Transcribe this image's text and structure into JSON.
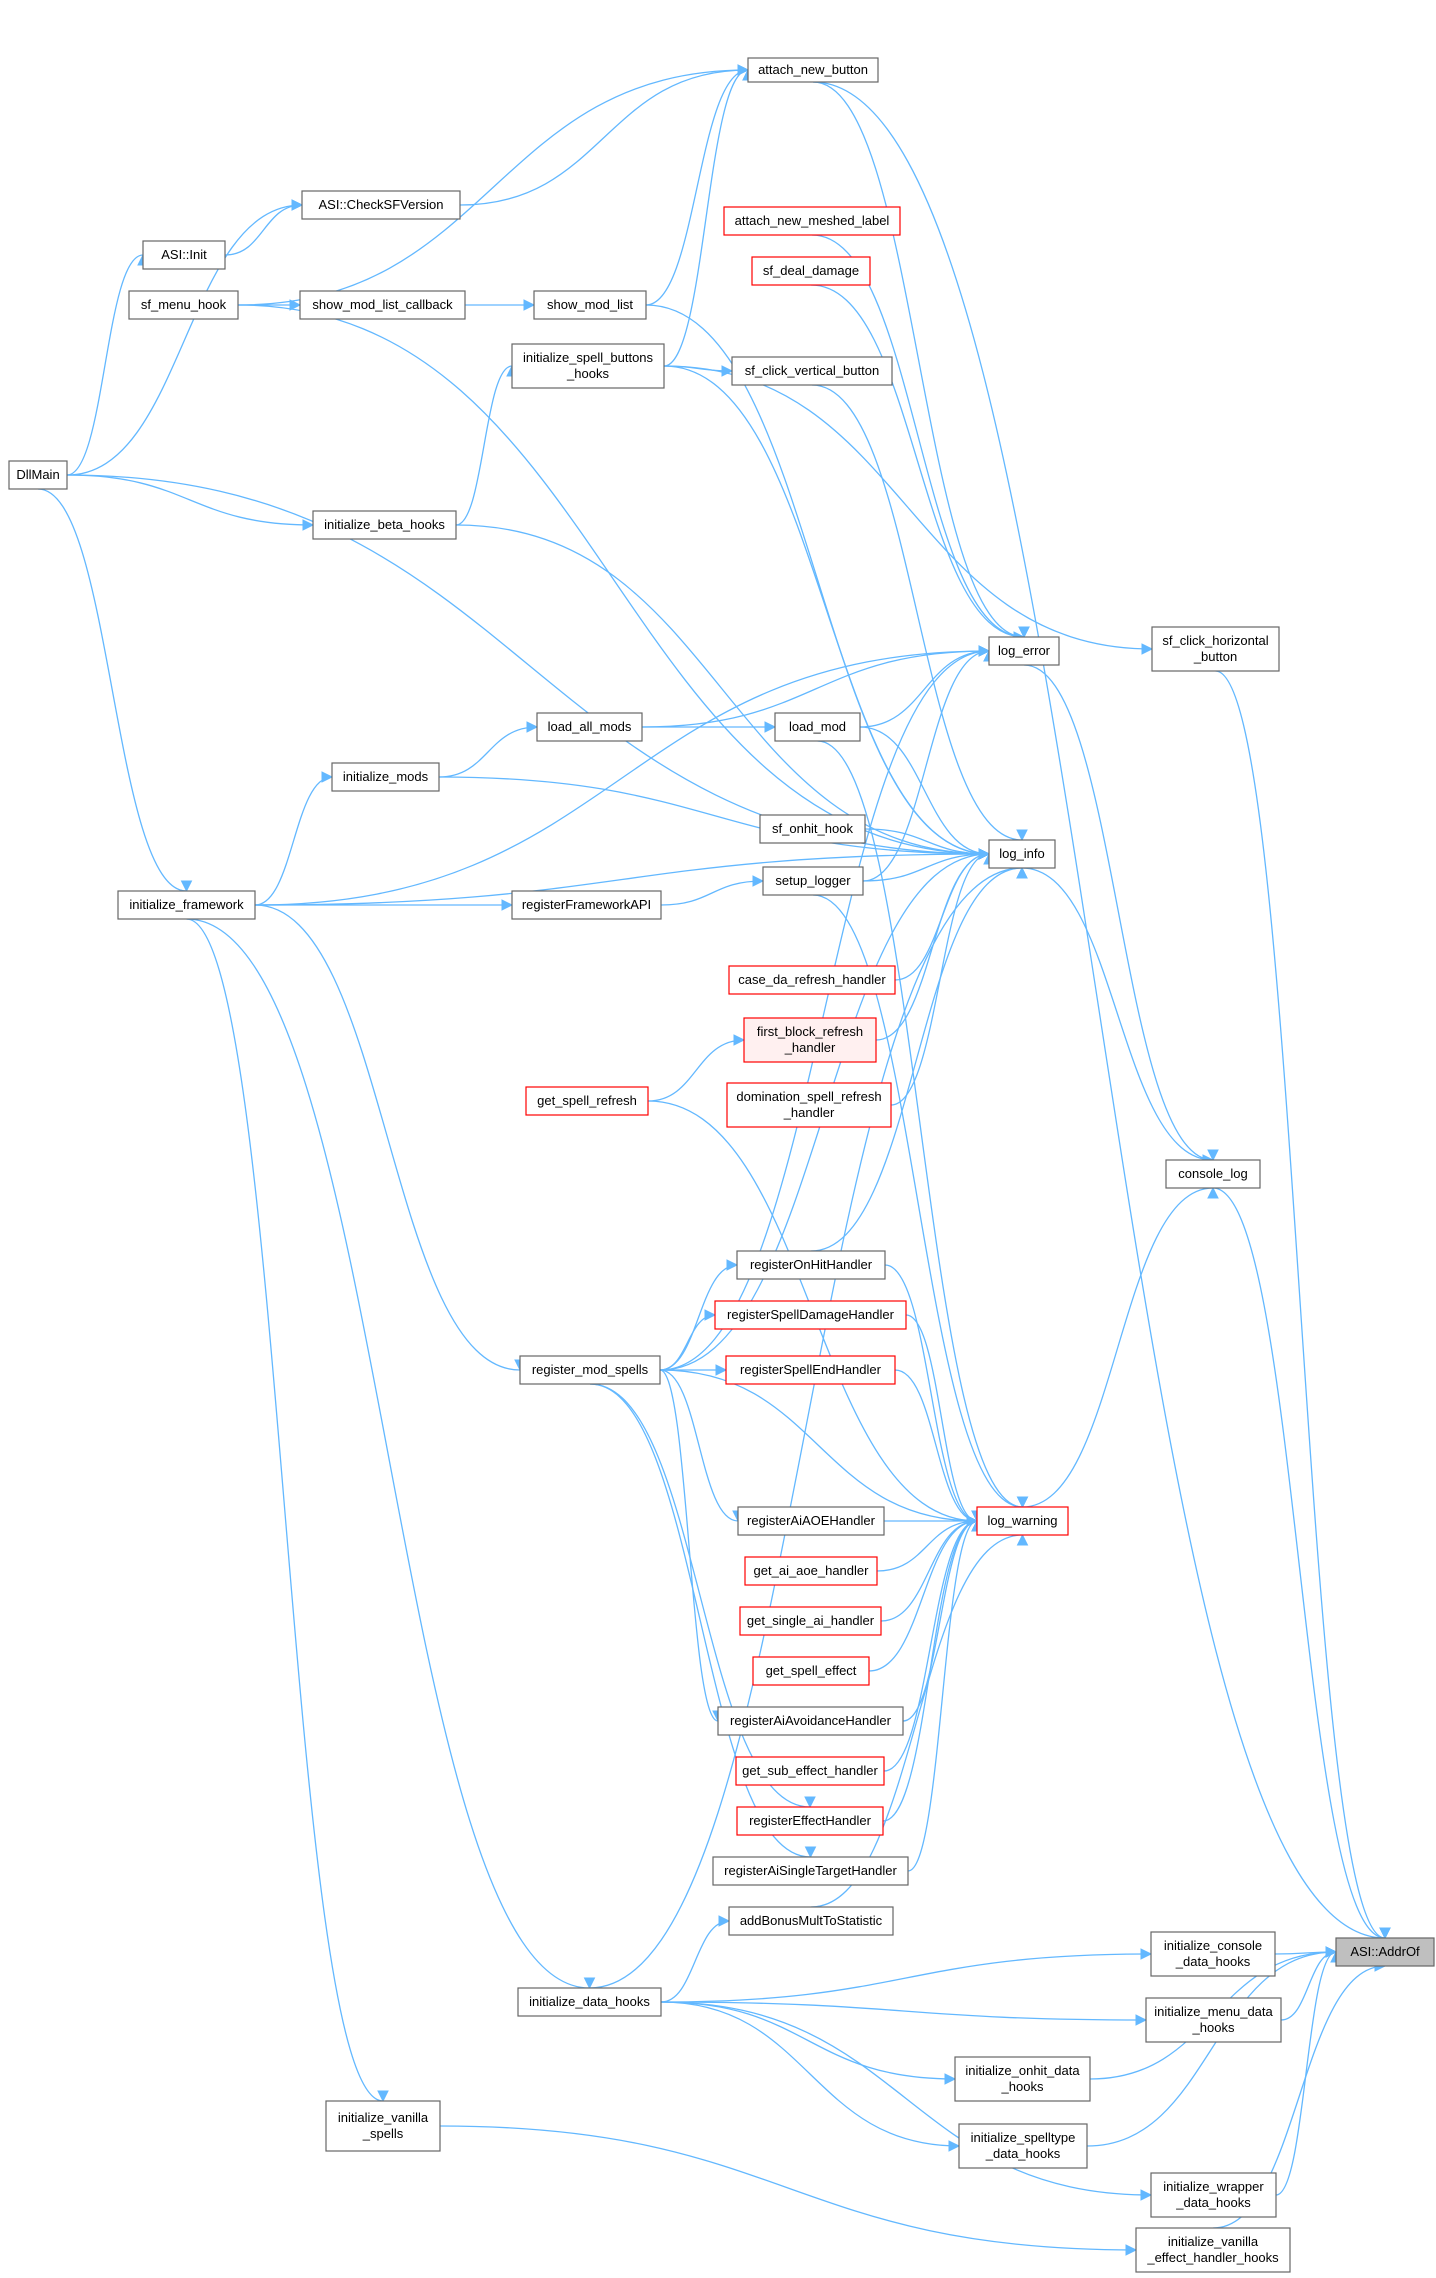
{
  "graph": {
    "edge_color": "#63b8ff",
    "node_border": "#666666",
    "error_border": "#ff0000",
    "highlight_fill": "#bfbfbf",
    "nodes": [
      {
        "id": "attach_new_button",
        "lines": [
          "attach_new_button"
        ],
        "style": "normal"
      },
      {
        "id": "asi_checksfversion",
        "lines": [
          "ASI::CheckSFVersion"
        ],
        "style": "normal"
      },
      {
        "id": "attach_new_meshed_label",
        "lines": [
          "attach_new_meshed_label"
        ],
        "style": "red"
      },
      {
        "id": "asi_init",
        "lines": [
          "ASI::Init"
        ],
        "style": "normal"
      },
      {
        "id": "sf_deal_damage",
        "lines": [
          "sf_deal_damage"
        ],
        "style": "red"
      },
      {
        "id": "sf_menu_hook",
        "lines": [
          "sf_menu_hook"
        ],
        "style": "normal"
      },
      {
        "id": "show_mod_list_callback",
        "lines": [
          "show_mod_list_callback"
        ],
        "style": "normal"
      },
      {
        "id": "show_mod_list",
        "lines": [
          "show_mod_list"
        ],
        "style": "normal"
      },
      {
        "id": "initialize_spell_buttons_hooks",
        "lines": [
          "initialize_spell_buttons",
          "_hooks"
        ],
        "style": "normal"
      },
      {
        "id": "sf_click_vertical_button",
        "lines": [
          "sf_click_vertical_button"
        ],
        "style": "normal"
      },
      {
        "id": "dllmain",
        "lines": [
          "DllMain"
        ],
        "style": "normal"
      },
      {
        "id": "initialize_beta_hooks",
        "lines": [
          "initialize_beta_hooks"
        ],
        "style": "normal"
      },
      {
        "id": "sf_click_horizontal_button",
        "lines": [
          "sf_click_horizontal",
          "_button"
        ],
        "style": "normal"
      },
      {
        "id": "log_error",
        "lines": [
          "log_error"
        ],
        "style": "normal"
      },
      {
        "id": "load_all_mods",
        "lines": [
          "load_all_mods"
        ],
        "style": "normal"
      },
      {
        "id": "load_mod",
        "lines": [
          "load_mod"
        ],
        "style": "normal"
      },
      {
        "id": "initialize_mods",
        "lines": [
          "initialize_mods"
        ],
        "style": "normal"
      },
      {
        "id": "sf_onhit_hook",
        "lines": [
          "sf_onhit_hook"
        ],
        "style": "normal"
      },
      {
        "id": "log_info",
        "lines": [
          "log_info"
        ],
        "style": "normal"
      },
      {
        "id": "setup_logger",
        "lines": [
          "setup_logger"
        ],
        "style": "normal"
      },
      {
        "id": "initialize_framework",
        "lines": [
          "initialize_framework"
        ],
        "style": "normal"
      },
      {
        "id": "registerframeworkapi",
        "lines": [
          "registerFrameworkAPI"
        ],
        "style": "normal"
      },
      {
        "id": "case_da_refresh_handler",
        "lines": [
          "case_da_refresh_handler"
        ],
        "style": "red"
      },
      {
        "id": "first_block_refresh_handler",
        "lines": [
          "first_block_refresh",
          "_handler"
        ],
        "style": "red-shade"
      },
      {
        "id": "get_spell_refresh",
        "lines": [
          "get_spell_refresh"
        ],
        "style": "red"
      },
      {
        "id": "domination_spell_refresh_handler",
        "lines": [
          "domination_spell_refresh",
          "_handler"
        ],
        "style": "red"
      },
      {
        "id": "console_log",
        "lines": [
          "console_log"
        ],
        "style": "normal"
      },
      {
        "id": "registeronhithandler",
        "lines": [
          "registerOnHitHandler"
        ],
        "style": "normal"
      },
      {
        "id": "registerspelldamagehandler",
        "lines": [
          "registerSpellDamageHandler"
        ],
        "style": "red"
      },
      {
        "id": "register_mod_spells",
        "lines": [
          "register_mod_spells"
        ],
        "style": "normal"
      },
      {
        "id": "registerspellendhandler",
        "lines": [
          "registerSpellEndHandler"
        ],
        "style": "red"
      },
      {
        "id": "registeraiaoehandler",
        "lines": [
          "registerAiAOEHandler"
        ],
        "style": "normal"
      },
      {
        "id": "log_warning",
        "lines": [
          "log_warning"
        ],
        "style": "red"
      },
      {
        "id": "get_ai_aoe_handler",
        "lines": [
          "get_ai_aoe_handler"
        ],
        "style": "red"
      },
      {
        "id": "get_single_ai_handler",
        "lines": [
          "get_single_ai_handler"
        ],
        "style": "red"
      },
      {
        "id": "get_spell_effect",
        "lines": [
          "get_spell_effect"
        ],
        "style": "red"
      },
      {
        "id": "registeraiavoidancehandler",
        "lines": [
          "registerAiAvoidanceHandler"
        ],
        "style": "normal"
      },
      {
        "id": "get_sub_effect_handler",
        "lines": [
          "get_sub_effect_handler"
        ],
        "style": "red"
      },
      {
        "id": "registereffecthandler",
        "lines": [
          "registerEffectHandler"
        ],
        "style": "red"
      },
      {
        "id": "registeraisingletargethandler",
        "lines": [
          "registerAiSingleTargetHandler"
        ],
        "style": "normal"
      },
      {
        "id": "addbonusmulttostatistic",
        "lines": [
          "addBonusMultToStatistic"
        ],
        "style": "normal"
      },
      {
        "id": "initialize_console_data_hooks",
        "lines": [
          "initialize_console",
          "_data_hooks"
        ],
        "style": "normal"
      },
      {
        "id": "asi_addrof",
        "lines": [
          "ASI::AddrOf"
        ],
        "style": "gray"
      },
      {
        "id": "initialize_data_hooks",
        "lines": [
          "initialize_data_hooks"
        ],
        "style": "normal"
      },
      {
        "id": "initialize_menu_data_hooks",
        "lines": [
          "initialize_menu_data",
          "_hooks"
        ],
        "style": "normal"
      },
      {
        "id": "initialize_onhit_data_hooks",
        "lines": [
          "initialize_onhit_data",
          "_hooks"
        ],
        "style": "normal"
      },
      {
        "id": "initialize_vanilla_spells",
        "lines": [
          "initialize_vanilla",
          "_spells"
        ],
        "style": "normal"
      },
      {
        "id": "initialize_spelltype_data_hooks",
        "lines": [
          "initialize_spelltype",
          "_data_hooks"
        ],
        "style": "normal"
      },
      {
        "id": "initialize_wrapper_data_hooks",
        "lines": [
          "initialize_wrapper",
          "_data_hooks"
        ],
        "style": "normal"
      },
      {
        "id": "initialize_vanilla_effect_handler_hooks",
        "lines": [
          "initialize_vanilla",
          "_effect_handler_hooks"
        ],
        "style": "normal"
      }
    ],
    "edges": [
      [
        "attach_new_button",
        "asi_addrof"
      ],
      [
        "asi_checksfversion",
        "attach_new_button"
      ],
      [
        "sf_menu_hook",
        "attach_new_button"
      ],
      [
        "dllmain",
        "asi_checksfversion"
      ],
      [
        "asi_init",
        "asi_checksfversion"
      ],
      [
        "dllmain",
        "asi_init"
      ],
      [
        "sf_menu_hook",
        "show_mod_list_callback"
      ],
      [
        "show_mod_list_callback",
        "show_mod_list"
      ],
      [
        "show_mod_list",
        "attach_new_button"
      ],
      [
        "show_mod_list",
        "log_info"
      ],
      [
        "sf_menu_hook",
        "log_info"
      ],
      [
        "initialize_spell_buttons_hooks",
        "sf_click_vertical_button"
      ],
      [
        "initialize_spell_buttons_hooks",
        "attach_new_button"
      ],
      [
        "initialize_spell_buttons_hooks",
        "sf_click_horizontal_button"
      ],
      [
        "initialize_spell_buttons_hooks",
        "log_info"
      ],
      [
        "initialize_beta_hooks",
        "initialize_spell_buttons_hooks"
      ],
      [
        "dllmain",
        "initialize_beta_hooks"
      ],
      [
        "dllmain",
        "log_info"
      ],
      [
        "dllmain",
        "initialize_framework"
      ],
      [
        "initialize_beta_hooks",
        "log_info"
      ],
      [
        "attach_new_button",
        "log_error"
      ],
      [
        "attach_new_meshed_label",
        "log_error"
      ],
      [
        "sf_deal_damage",
        "log_error"
      ],
      [
        "sf_click_vertical_button",
        "log_info"
      ],
      [
        "sf_click_horizontal_button",
        "asi_addrof"
      ],
      [
        "log_error",
        "console_log"
      ],
      [
        "load_all_mods",
        "log_error"
      ],
      [
        "load_all_mods",
        "load_mod"
      ],
      [
        "load_mod",
        "log_error"
      ],
      [
        "load_mod",
        "log_info"
      ],
      [
        "load_mod",
        "log_warning"
      ],
      [
        "initialize_mods",
        "load_all_mods"
      ],
      [
        "initialize_mods",
        "log_info"
      ],
      [
        "initialize_framework",
        "initialize_mods"
      ],
      [
        "initialize_framework",
        "log_error"
      ],
      [
        "initialize_framework",
        "registerframeworkapi"
      ],
      [
        "initialize_framework",
        "log_info"
      ],
      [
        "initialize_framework",
        "register_mod_spells"
      ],
      [
        "initialize_framework",
        "initialize_data_hooks"
      ],
      [
        "initialize_framework",
        "initialize_vanilla_spells"
      ],
      [
        "sf_onhit_hook",
        "log_info"
      ],
      [
        "setup_logger",
        "log_info"
      ],
      [
        "setup_logger",
        "log_error"
      ],
      [
        "setup_logger",
        "log_warning"
      ],
      [
        "registerframeworkapi",
        "setup_logger"
      ],
      [
        "log_info",
        "console_log"
      ],
      [
        "case_da_refresh_handler",
        "log_info"
      ],
      [
        "first_block_refresh_handler",
        "log_info"
      ],
      [
        "get_spell_refresh",
        "first_block_refresh_handler"
      ],
      [
        "get_spell_refresh",
        "log_warning"
      ],
      [
        "domination_spell_refresh_handler",
        "log_info"
      ],
      [
        "console_log",
        "asi_addrof"
      ],
      [
        "registeronhithandler",
        "log_info"
      ],
      [
        "registeronhithandler",
        "log_warning"
      ],
      [
        "registerspelldamagehandler",
        "log_warning"
      ],
      [
        "registerspellendhandler",
        "log_warning"
      ],
      [
        "register_mod_spells",
        "registeronhithandler"
      ],
      [
        "register_mod_spells",
        "registerspelldamagehandler"
      ],
      [
        "register_mod_spells",
        "registerspellendhandler"
      ],
      [
        "register_mod_spells",
        "registeraiaoehandler"
      ],
      [
        "register_mod_spells",
        "registeraiavoidancehandler"
      ],
      [
        "register_mod_spells",
        "registereffecthandler"
      ],
      [
        "register_mod_spells",
        "registeraisingletargethandler"
      ],
      [
        "register_mod_spells",
        "log_warning"
      ],
      [
        "register_mod_spells",
        "log_error"
      ],
      [
        "register_mod_spells",
        "log_info"
      ],
      [
        "registeraiaoehandler",
        "log_warning"
      ],
      [
        "log_warning",
        "console_log"
      ],
      [
        "get_ai_aoe_handler",
        "log_warning"
      ],
      [
        "get_single_ai_handler",
        "log_warning"
      ],
      [
        "get_spell_effect",
        "log_warning"
      ],
      [
        "registeraiavoidancehandler",
        "log_warning"
      ],
      [
        "get_sub_effect_handler",
        "log_warning"
      ],
      [
        "registereffecthandler",
        "log_warning"
      ],
      [
        "registeraisingletargethandler",
        "log_warning"
      ],
      [
        "addbonusmulttostatistic",
        "log_warning"
      ],
      [
        "initialize_data_hooks",
        "addbonusmulttostatistic"
      ],
      [
        "initialize_data_hooks",
        "initialize_console_data_hooks"
      ],
      [
        "initialize_data_hooks",
        "initialize_menu_data_hooks"
      ],
      [
        "initialize_data_hooks",
        "initialize_onhit_data_hooks"
      ],
      [
        "initialize_data_hooks",
        "initialize_spelltype_data_hooks"
      ],
      [
        "initialize_data_hooks",
        "initialize_wrapper_data_hooks"
      ],
      [
        "initialize_data_hooks",
        "log_info"
      ],
      [
        "initialize_console_data_hooks",
        "asi_addrof"
      ],
      [
        "initialize_menu_data_hooks",
        "asi_addrof"
      ],
      [
        "initialize_onhit_data_hooks",
        "asi_addrof"
      ],
      [
        "initialize_spelltype_data_hooks",
        "asi_addrof"
      ],
      [
        "initialize_wrapper_data_hooks",
        "asi_addrof"
      ],
      [
        "initialize_vanilla_spells",
        "initialize_vanilla_effect_handler_hooks"
      ],
      [
        "initialize_vanilla_effect_handler_hooks",
        "asi_addrof"
      ]
    ]
  }
}
